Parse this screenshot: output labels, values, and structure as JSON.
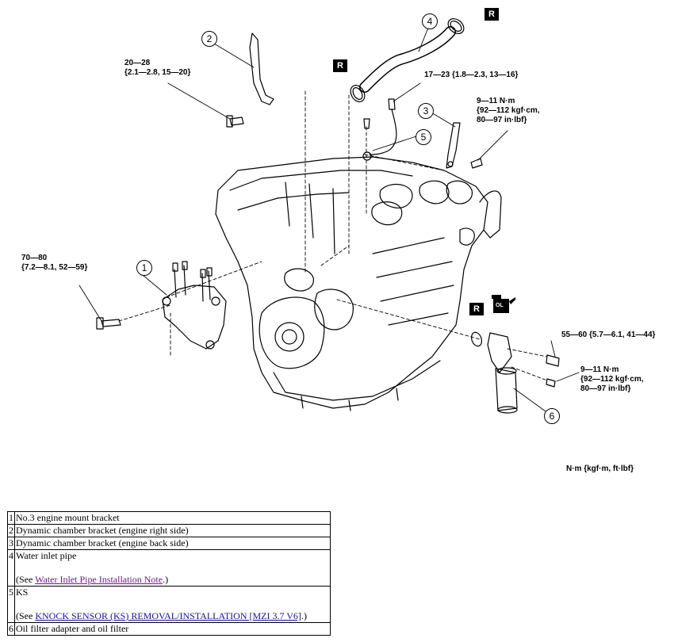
{
  "diagram": {
    "callouts": [
      "1",
      "2",
      "3",
      "4",
      "5",
      "6"
    ],
    "replace_badge": "R",
    "oil_badge": "OL",
    "torque_specs": [
      "20—28\n{2.1—2.8, 15—20}",
      "17—23 {1.8—2.3, 13—16}",
      "9—11 N·m\n{92—112 kgf·cm,\n80—97 in·lbf}",
      "70—80\n{7.2—8.1, 52—59}",
      "55—60 {5.7—6.1, 41—44}",
      "9—11 N·m\n{92—112 kgf·cm,\n80—97 in·lbf}"
    ],
    "units_label": "N·m {kgf·m, ft·lbf}"
  },
  "parts": [
    {
      "num": "1",
      "name": "No.3 engine mount bracket"
    },
    {
      "num": "2",
      "name": "Dynamic chamber bracket (engine right side)"
    },
    {
      "num": "3",
      "name": "Dynamic chamber bracket (engine back side)"
    },
    {
      "num": "4",
      "name": "Water inlet pipe",
      "see_prefix": "(See ",
      "link": "Water Inlet Pipe Installation Note",
      "see_suffix": ".)"
    },
    {
      "num": "5",
      "name": "KS",
      "see_prefix": "(See ",
      "link": "KNOCK SENSOR (KS) REMOVAL/INSTALLATION [MZI 3.7 V6]",
      "see_suffix": ".)"
    },
    {
      "num": "6",
      "name": "Oil filter adapter and oil filter"
    }
  ]
}
